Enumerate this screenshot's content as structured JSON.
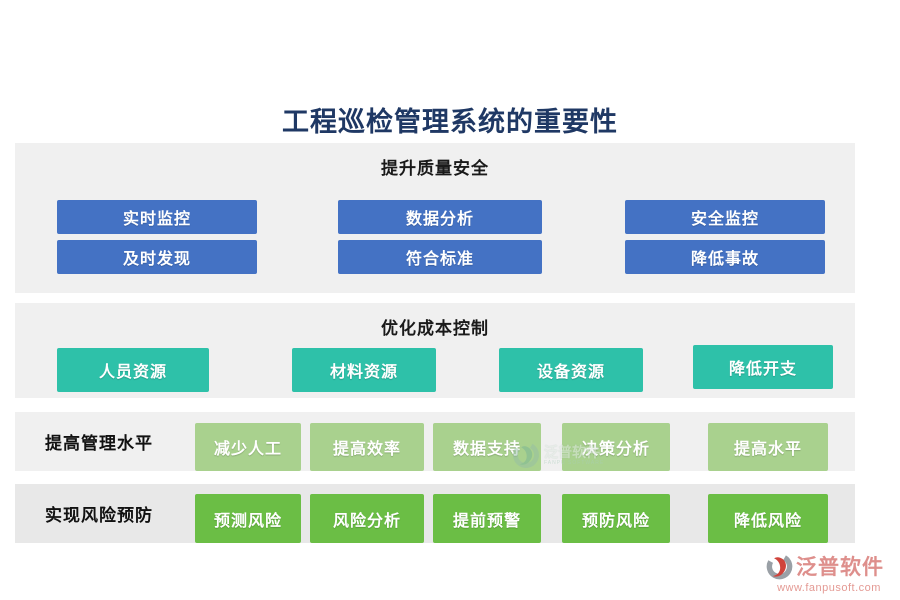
{
  "page": {
    "title": "工程巡检管理系统的重要性"
  },
  "sections": {
    "quality": {
      "header": "提升质量安全",
      "items": [
        "实时监控",
        "数据分析",
        "安全监控",
        "及时发现",
        "符合标准",
        "降低事故"
      ]
    },
    "cost": {
      "header": "优化成本控制",
      "items": [
        "人员资源",
        "材料资源",
        "设备资源",
        "降低开支"
      ]
    },
    "management": {
      "label": "提高管理水平",
      "items": [
        "减少人工",
        "提高效率",
        "数据支持",
        "决策分析",
        "提高水平"
      ]
    },
    "risk": {
      "label": "实现风险预防",
      "items": [
        "预测风险",
        "风险分析",
        "提前预警",
        "预防风险",
        "降低风险"
      ]
    }
  },
  "watermark": {
    "brand": "泛普软件",
    "subtitle": "FANPU SOFTWARE"
  },
  "footer": {
    "brand": "泛普软件",
    "url": "www.fanpusoft.com"
  },
  "colors": {
    "title_text": "#1F3864",
    "panel_bg": "#F0F0F0",
    "panel_bg_dark": "#E8E8E8",
    "quality_button": "#4472C4",
    "cost_button": "#2EC1A9",
    "management_button": "#A9D18E",
    "risk_button": "#6BBE45",
    "logo_red": "#D0433B",
    "logo_gray": "#9AA0A6",
    "footer_text": "#DE8F8C"
  }
}
